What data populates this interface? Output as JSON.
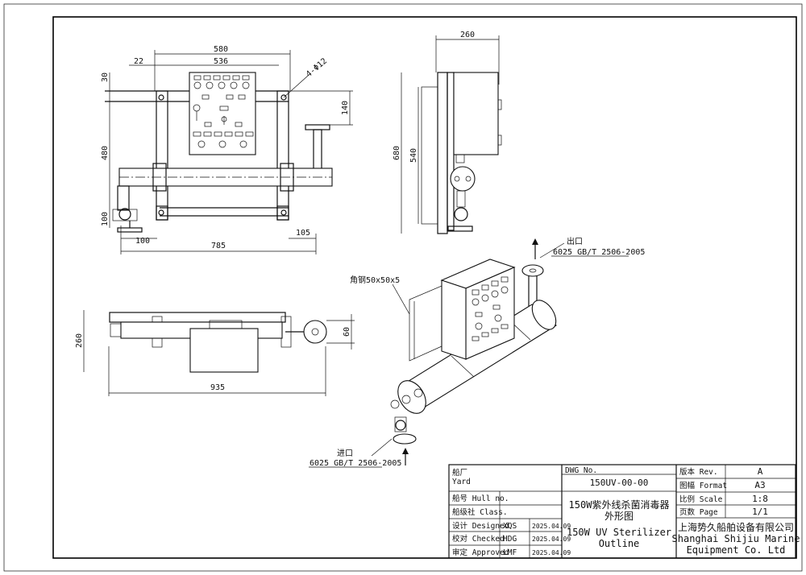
{
  "dims": {
    "front_width_580": "580",
    "front_width_536": "536",
    "front_offset_22": "22",
    "front_top_30": "30",
    "front_height_480": "480",
    "front_bottom_100": "100",
    "front_bottom_width_100": "100",
    "front_total_785": "785",
    "front_right_105": "105",
    "front_right_140": "140",
    "holes": "4-Φ12",
    "side_width_260": "260",
    "side_height_680": "680",
    "side_height_540": "540",
    "top_depth_260": "260",
    "top_total_935": "935",
    "top_flange_60": "60"
  },
  "labels": {
    "angle_steel": "角钢50x50x5",
    "outlet_cn": "出口",
    "outlet_std": "6025 GB/T 2506-2005",
    "inlet_cn": "进口",
    "inlet_std": "6025 GB/T 2506-2005"
  },
  "title_block": {
    "yard": "船厂\nYard",
    "hull_label": "船号 Hull no.",
    "class_label": "船级社 Class.",
    "designed_label": "设计 Designed",
    "designed_by": "XQS",
    "designed_date": "2025.04.09",
    "checked_label": "校对 Checked",
    "checked_by": "HDG",
    "checked_date": "2025.04.09",
    "approved_label": "审定 Approved",
    "approved_by": "LMF",
    "approved_date": "2025.04.09",
    "dwg_label": "DWG No.",
    "dwg_no": "150UV-00-00",
    "title_cn_1": "150W紫外线杀菌消毒器",
    "title_cn_2": "外形图",
    "title_en_1": "150W UV Sterilizer",
    "title_en_2": "Outline",
    "rev_label": "版本 Rev.",
    "rev": "A",
    "format_label": "图幅 Format",
    "format": "A3",
    "scale_label": "比例 Scale",
    "scale": "1:8",
    "page_label": "页数 Page",
    "page": "1/1",
    "company_cn": "上海势久船舶设备有限公司",
    "company_en_1": "Shanghai Shijiu Marine",
    "company_en_2": "Equipment Co. Ltd"
  }
}
